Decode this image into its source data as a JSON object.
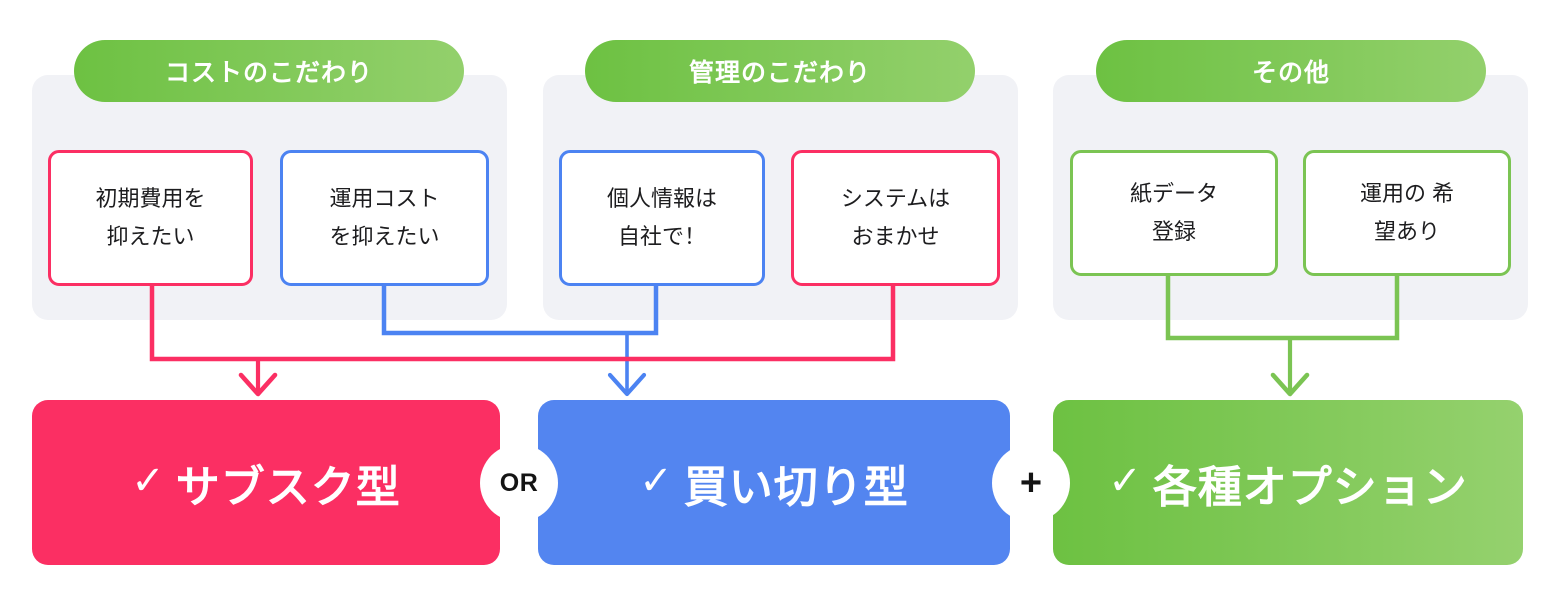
{
  "groups": [
    {
      "title": "コストのこだわり",
      "boxes": [
        {
          "lines": [
            "初期費用を",
            "抑えたい"
          ],
          "color": "pink"
        },
        {
          "lines": [
            "運用コスト",
            "を抑えたい"
          ],
          "color": "blue"
        }
      ]
    },
    {
      "title": "管理のこだわり",
      "boxes": [
        {
          "lines": [
            "個人情報は",
            "自社で！"
          ],
          "color": "blue"
        },
        {
          "lines": [
            "システムは",
            "おまかせ"
          ],
          "color": "pink"
        }
      ]
    },
    {
      "title": "その他",
      "boxes": [
        {
          "lines": [
            "紙データ",
            "登録"
          ],
          "color": "green"
        },
        {
          "lines": [
            "運用の 希",
            "望あり"
          ],
          "color": "green"
        }
      ]
    }
  ],
  "results": [
    {
      "check": "✓",
      "label": "サブスク型",
      "color": "pink"
    },
    {
      "check": "✓",
      "label": "買い切り型",
      "color": "blue"
    },
    {
      "check": "✓",
      "label": "各種オプション",
      "color": "green"
    }
  ],
  "joiners": [
    {
      "label": "OR"
    },
    {
      "label": "+"
    }
  ],
  "colors": {
    "pink": "#FB2F63",
    "blue": "#5385F0",
    "blue_border": "#4C83F2",
    "green": "#7BC453",
    "green_dark": "#6DC142",
    "panel_bg": "#F1F2F6",
    "text": "#1D1D1F",
    "white": "#FFFFFF"
  }
}
